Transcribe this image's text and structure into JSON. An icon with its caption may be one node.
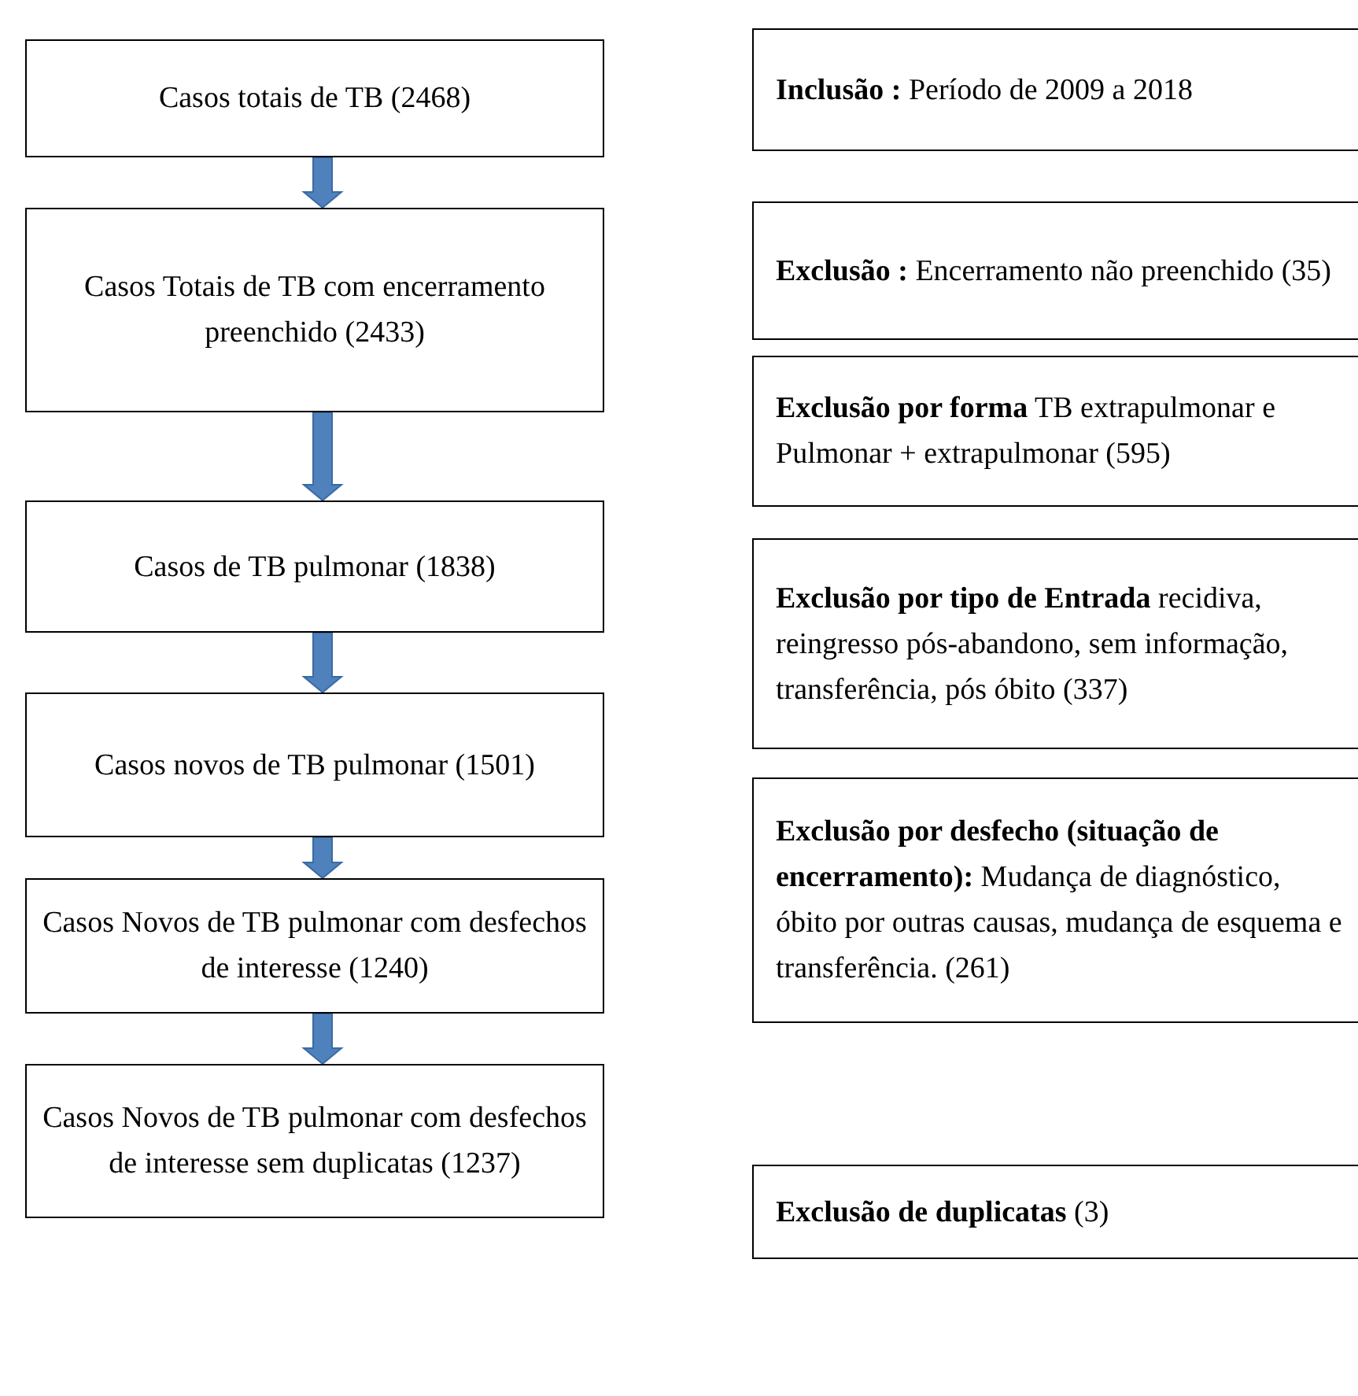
{
  "diagram": {
    "nodes": [
      {
        "text": [
          "Casos totais de TB (2468)"
        ]
      },
      {
        "text": [
          "Casos Totais de TB com encerramento preenchido (2433)"
        ]
      },
      {
        "text": [
          "Casos de TB pulmonar (1838)"
        ]
      },
      {
        "text": [
          "Casos novos de TB pulmonar (1501)"
        ]
      },
      {
        "text": [
          "Casos Novos de TB pulmonar com desfechos de interesse (1240)"
        ]
      },
      {
        "text": [
          "Casos Novos de TB pulmonar com desfechos de interesse sem duplicatas (1237)"
        ]
      },
      {
        "text": [
          "**Inclusão :** Período de 2009 a 2018"
        ]
      },
      {
        "text": [
          "**Exclusão :** Encerramento não preenchido (35)"
        ]
      },
      {
        "text": [
          "**Exclusão por forma** TB extrapulmonar e Pulmonar + extrapulmonar (595)"
        ]
      },
      {
        "text": [
          "**Exclusão por tipo de Entrada** recidiva, reingresso pós-abandono, sem informação, transferência, pós óbito (337)"
        ]
      },
      {
        "text": [
          "**Exclusão por desfecho (situação de encerramento):** Mudança de diagnóstico, óbito por outras causas, mudança de esquema e transferência. (261)"
        ]
      },
      {
        "text": [
          "**Exclusão de duplicatas** (3)"
        ]
      }
    ],
    "edges": [
      {
        "from": 0,
        "to": 1,
        "arrow": "to"
      },
      {
        "from": 1,
        "to": 2,
        "arrow": "to"
      },
      {
        "from": 2,
        "to": 3,
        "arrow": "to"
      },
      {
        "from": 3,
        "to": 4,
        "arrow": "to"
      },
      {
        "from": 4,
        "to": 5,
        "arrow": "to"
      }
    ]
  }
}
